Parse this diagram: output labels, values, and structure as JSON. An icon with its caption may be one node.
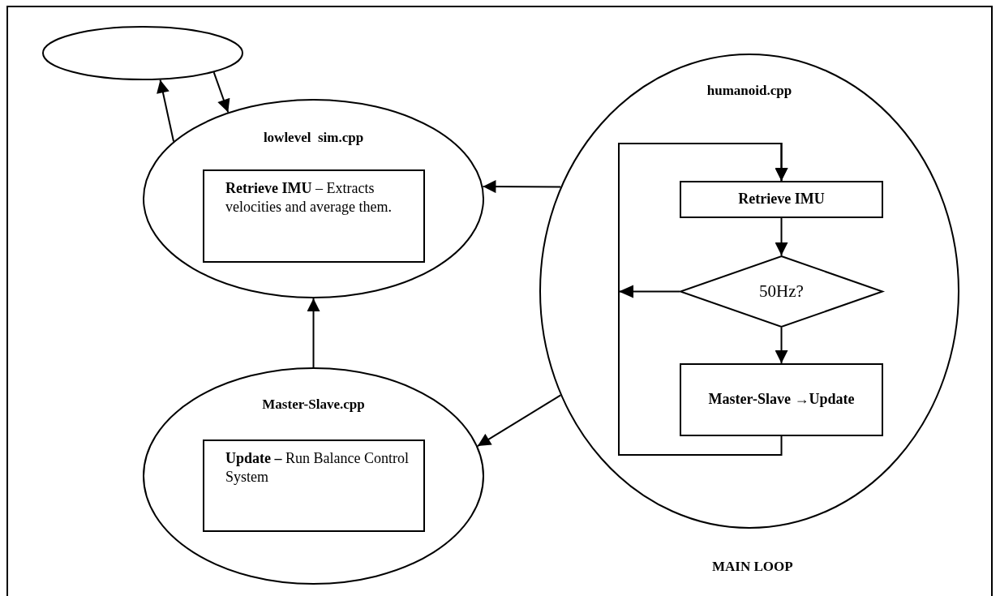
{
  "diagram": {
    "nodes": [
      {
        "text": [],
        "shape": "ellipse"
      },
      {
        "text": [
          "lowlevel  sim.cpp"
        ]
      },
      {
        "text": [
          "**Retrieve IMU** – Extracts velocities and average them."
        ],
        "in": 1
      },
      {
        "text": [
          "humanoid.cpp"
        ]
      },
      {
        "text": [
          "Retrieve IMU"
        ],
        "in": 3
      },
      {
        "text": [
          "50Hz?"
        ],
        "in": 3
      },
      {
        "text": [
          "Master-Slave →Update"
        ],
        "in": 3
      },
      {
        "text": [
          "Master-Slave.cpp"
        ]
      },
      {
        "text": [
          "**Update –** Run Balance Control System"
        ],
        "in": 7
      }
    ],
    "edges": [
      {
        "from": 1,
        "to": 0,
        "arrow": "to"
      },
      {
        "from": 0,
        "to": 1,
        "arrow": "to"
      },
      {
        "from": 3,
        "to": 1,
        "arrow": "to"
      },
      {
        "from": 3,
        "to": 7,
        "arrow": "to"
      },
      {
        "from": 7,
        "to": 1,
        "arrow": "to"
      },
      {
        "from": 6,
        "to": 4,
        "arrow": "to"
      },
      {
        "from": 4,
        "to": 5,
        "arrow": "to"
      },
      {
        "from": 5,
        "to": 6,
        "arrow": "to"
      },
      {
        "from": 5,
        "to": 4,
        "arrow": "to"
      }
    ],
    "labels": [
      "MAIN LOOP"
    ]
  }
}
